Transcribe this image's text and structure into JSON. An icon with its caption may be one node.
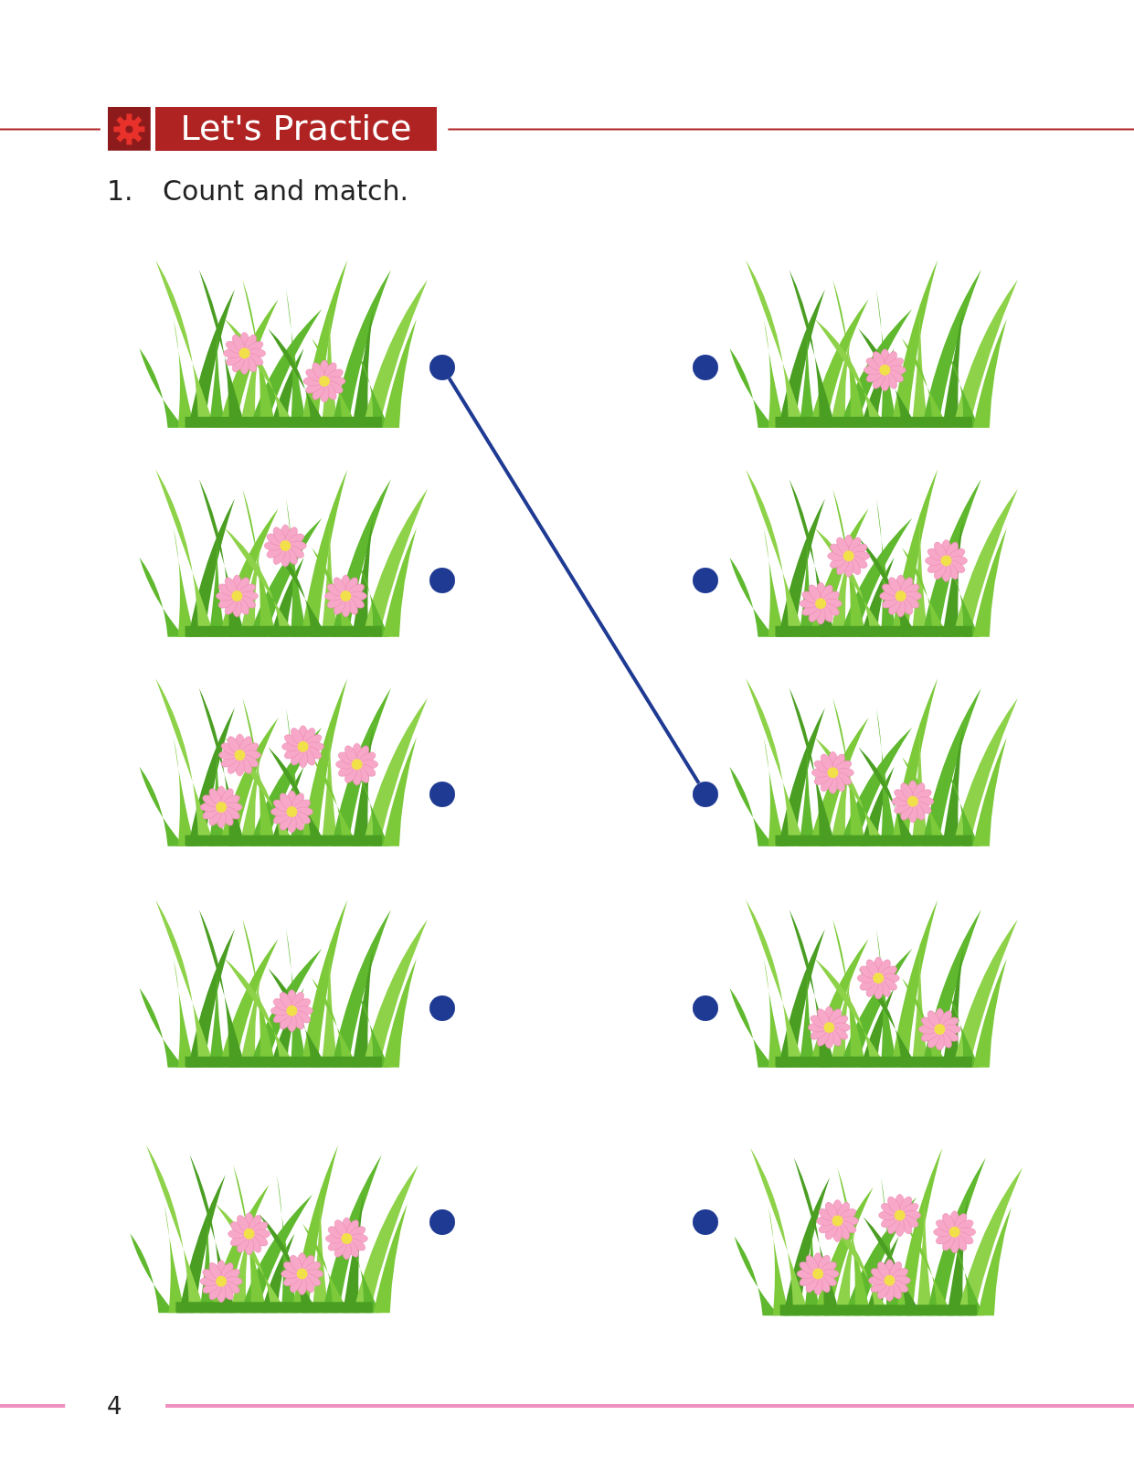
{
  "diagram": {
    "title": "Let's Practice",
    "nodes": [
      {
        "text": [],
        "shape": "circle"
      },
      {
        "text": [],
        "shape": "circle"
      },
      {
        "text": [],
        "shape": "circle"
      },
      {
        "text": [],
        "shape": "circle"
      },
      {
        "text": [],
        "shape": "circle"
      },
      {
        "text": [],
        "shape": "circle"
      },
      {
        "text": [],
        "shape": "circle"
      },
      {
        "text": [],
        "shape": "circle"
      },
      {
        "text": [],
        "shape": "circle"
      },
      {
        "text": [],
        "shape": "circle"
      }
    ],
    "edges": [
      {
        "from": 0,
        "to": 5,
        "arrow": "none"
      }
    ],
    "labels": [
      "1.",
      "Count and match.",
      "4"
    ]
  }
}
